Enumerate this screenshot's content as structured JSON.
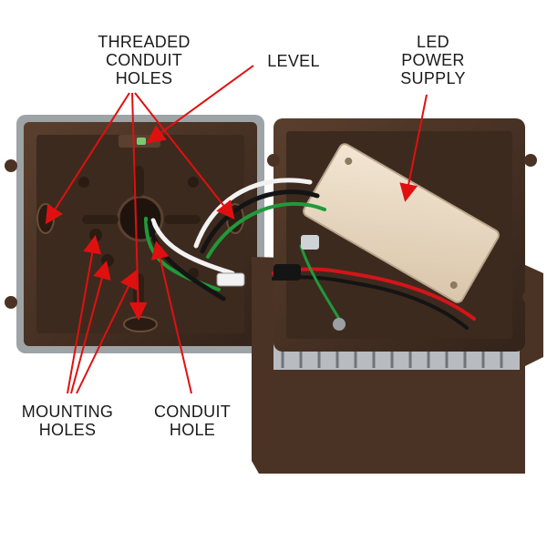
{
  "labels": {
    "threaded_conduit_holes": [
      "THREADED",
      "CONDUIT",
      "HOLES"
    ],
    "level": "LEVEL",
    "led_power_supply": [
      "LED",
      "POWER",
      "SUPPLY"
    ],
    "mounting_holes": [
      "MOUNTING",
      "HOLES"
    ],
    "conduit_hole": [
      "CONDUIT",
      "HOLE"
    ]
  },
  "colors": {
    "housing": "#4a3325",
    "housing_interior": "#3d2a1e",
    "gasket": "#9ea3a6",
    "power_supply": "#e8d8c2",
    "arrow": "#e01010",
    "wire_black": "#141414",
    "wire_white": "#f2f2f2",
    "wire_green": "#1f9a3a",
    "wire_red": "#d4141a",
    "heatsink": "#b8bcc0"
  },
  "icons": {
    "arrows": "red-callout-arrow"
  }
}
